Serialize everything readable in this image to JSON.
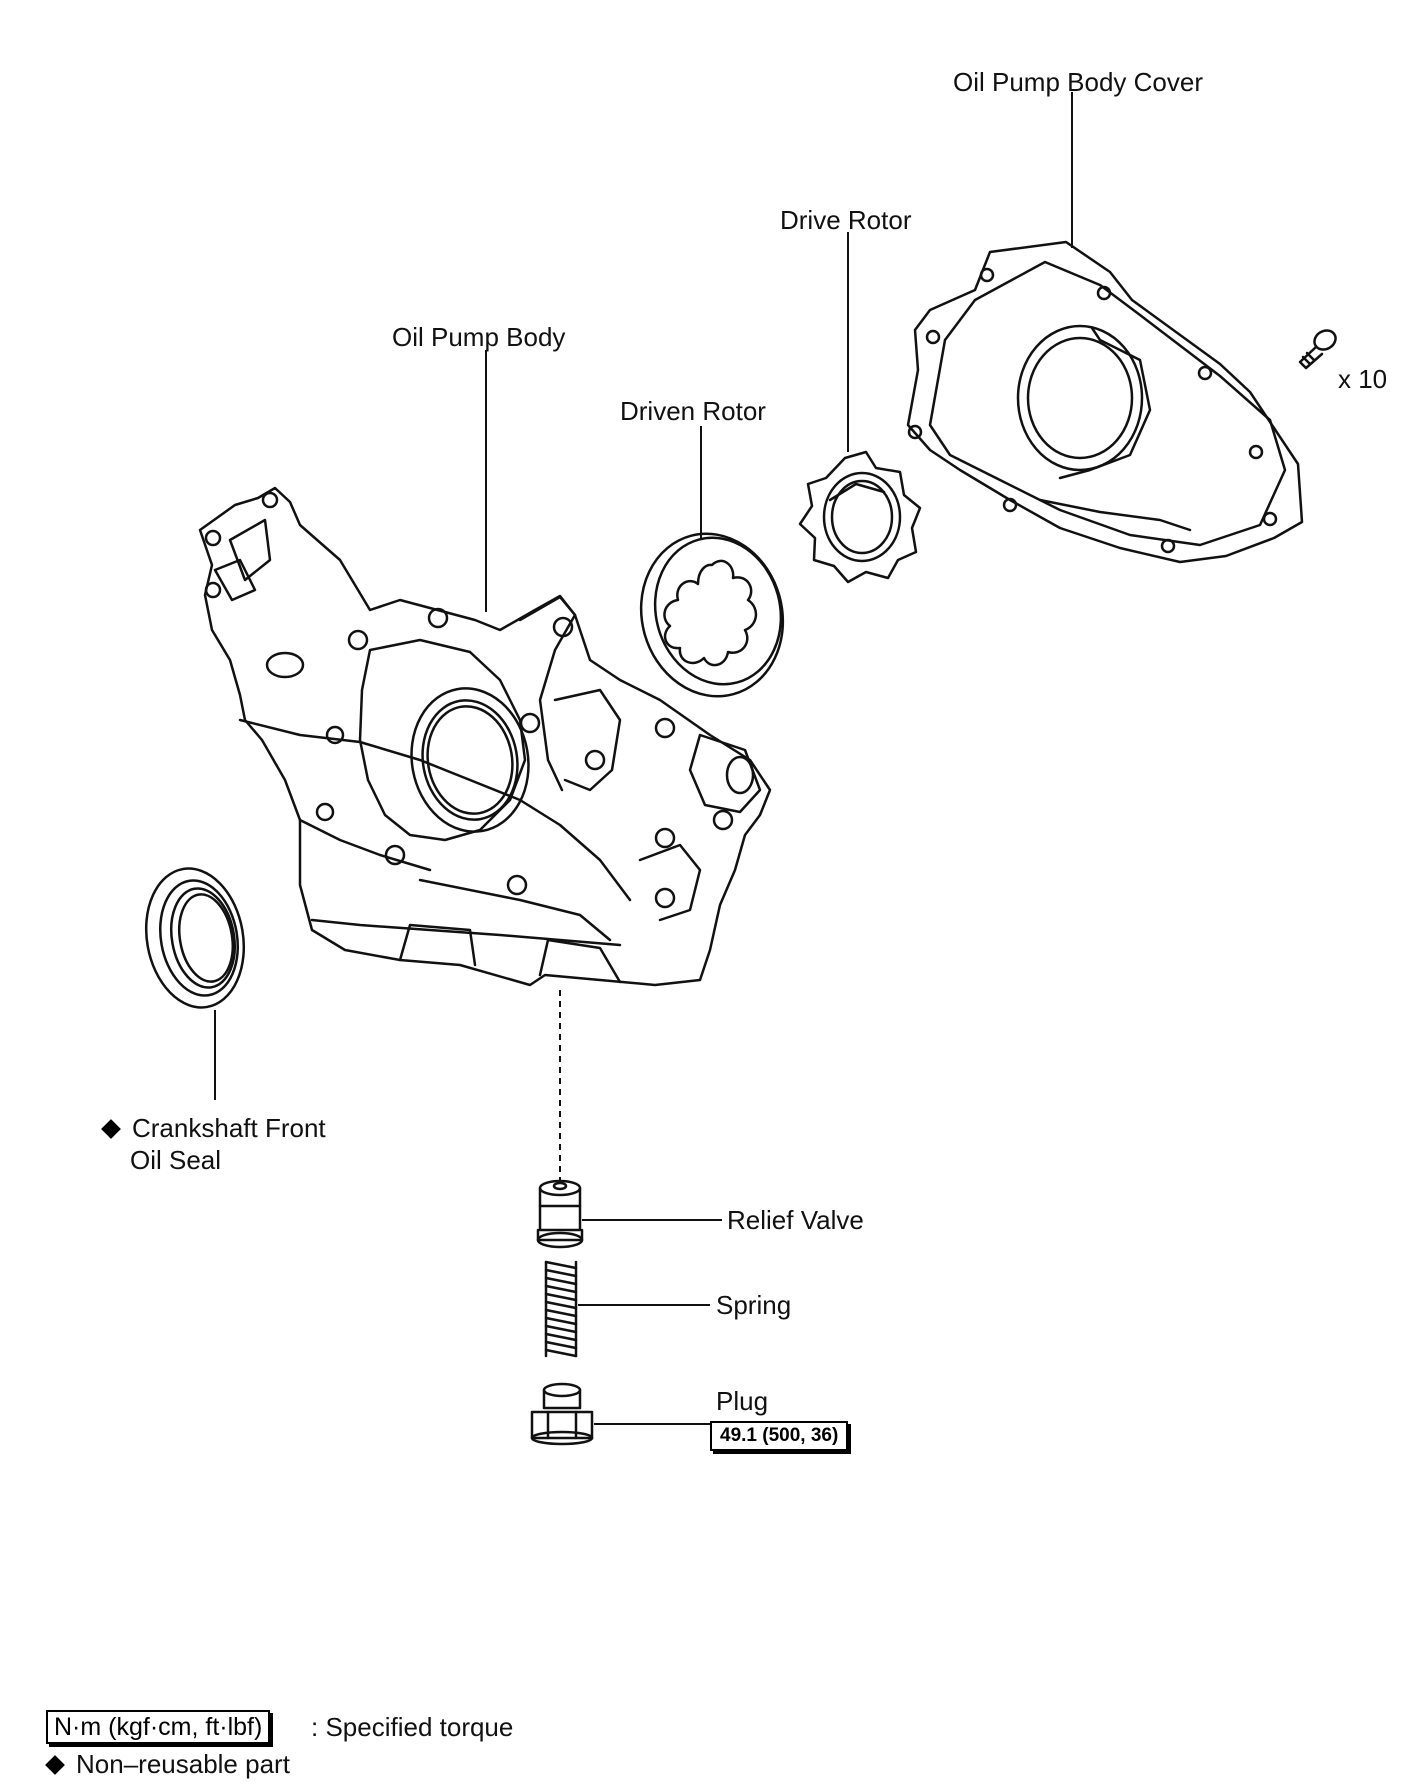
{
  "labels": {
    "oil_pump_body_cover": "Oil Pump Body Cover",
    "drive_rotor": "Drive Rotor",
    "oil_pump_body": "Oil Pump Body",
    "driven_rotor": "Driven Rotor",
    "bolt_qty": "x 10",
    "crankshaft_seal_line1": "Crankshaft Front",
    "crankshaft_seal_line2": "Oil Seal",
    "relief_valve": "Relief Valve",
    "spring": "Spring",
    "plug": "Plug",
    "plug_torque": "49.1 (500, 36)"
  },
  "legend": {
    "torque_units": "N·m (kgf·cm, ft·lbf)",
    "torque_desc": ": Specified torque",
    "non_reusable": "Non–reusable part"
  },
  "icons": {
    "non_reusable_marker": "diamond-icon"
  }
}
